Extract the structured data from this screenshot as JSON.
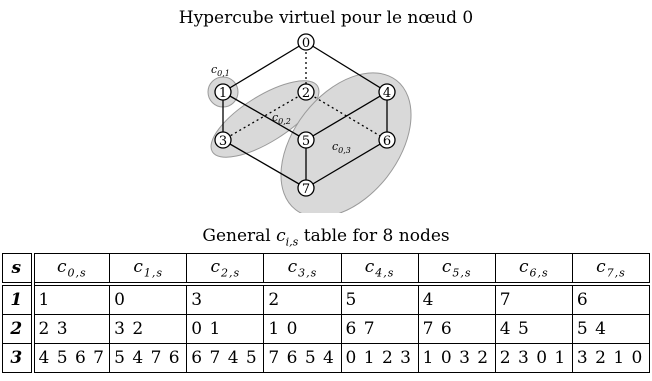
{
  "diagram": {
    "title": "Hypercube virtuel pour le nœud 0",
    "nodes": [
      "0",
      "1",
      "2",
      "3",
      "4",
      "5",
      "6",
      "7"
    ],
    "group_labels": {
      "c01": {
        "base": "c",
        "sub": "0,1"
      },
      "c02": {
        "base": "c",
        "sub": "0,2"
      },
      "c03": {
        "base": "c",
        "sub": "0,3"
      }
    }
  },
  "table": {
    "title_prefix": "General",
    "title_var": "c",
    "title_sub": "i,s",
    "title_suffix": "table for 8 nodes",
    "s_header": "s",
    "columns": [
      {
        "base": "c",
        "sub": "0,s"
      },
      {
        "base": "c",
        "sub": "1,s"
      },
      {
        "base": "c",
        "sub": "2,s"
      },
      {
        "base": "c",
        "sub": "3,s"
      },
      {
        "base": "c",
        "sub": "4,s"
      },
      {
        "base": "c",
        "sub": "5,s"
      },
      {
        "base": "c",
        "sub": "6,s"
      },
      {
        "base": "c",
        "sub": "7,s"
      }
    ],
    "rows": [
      {
        "s": "1",
        "cells": [
          "1",
          "0",
          "3",
          "2",
          "5",
          "4",
          "7",
          "6"
        ]
      },
      {
        "s": "2",
        "cells": [
          "2 3",
          "3 2",
          "0 1",
          "1 0",
          "6 7",
          "7 6",
          "4 5",
          "5 4"
        ]
      },
      {
        "s": "3",
        "cells": [
          "4 5 6 7",
          "5 4 7 6",
          "6 7 4 5",
          "7 6 5 4",
          "0 1 2 3",
          "1 0 3 2",
          "2 3 0 1",
          "3 2 1 0"
        ]
      }
    ]
  }
}
